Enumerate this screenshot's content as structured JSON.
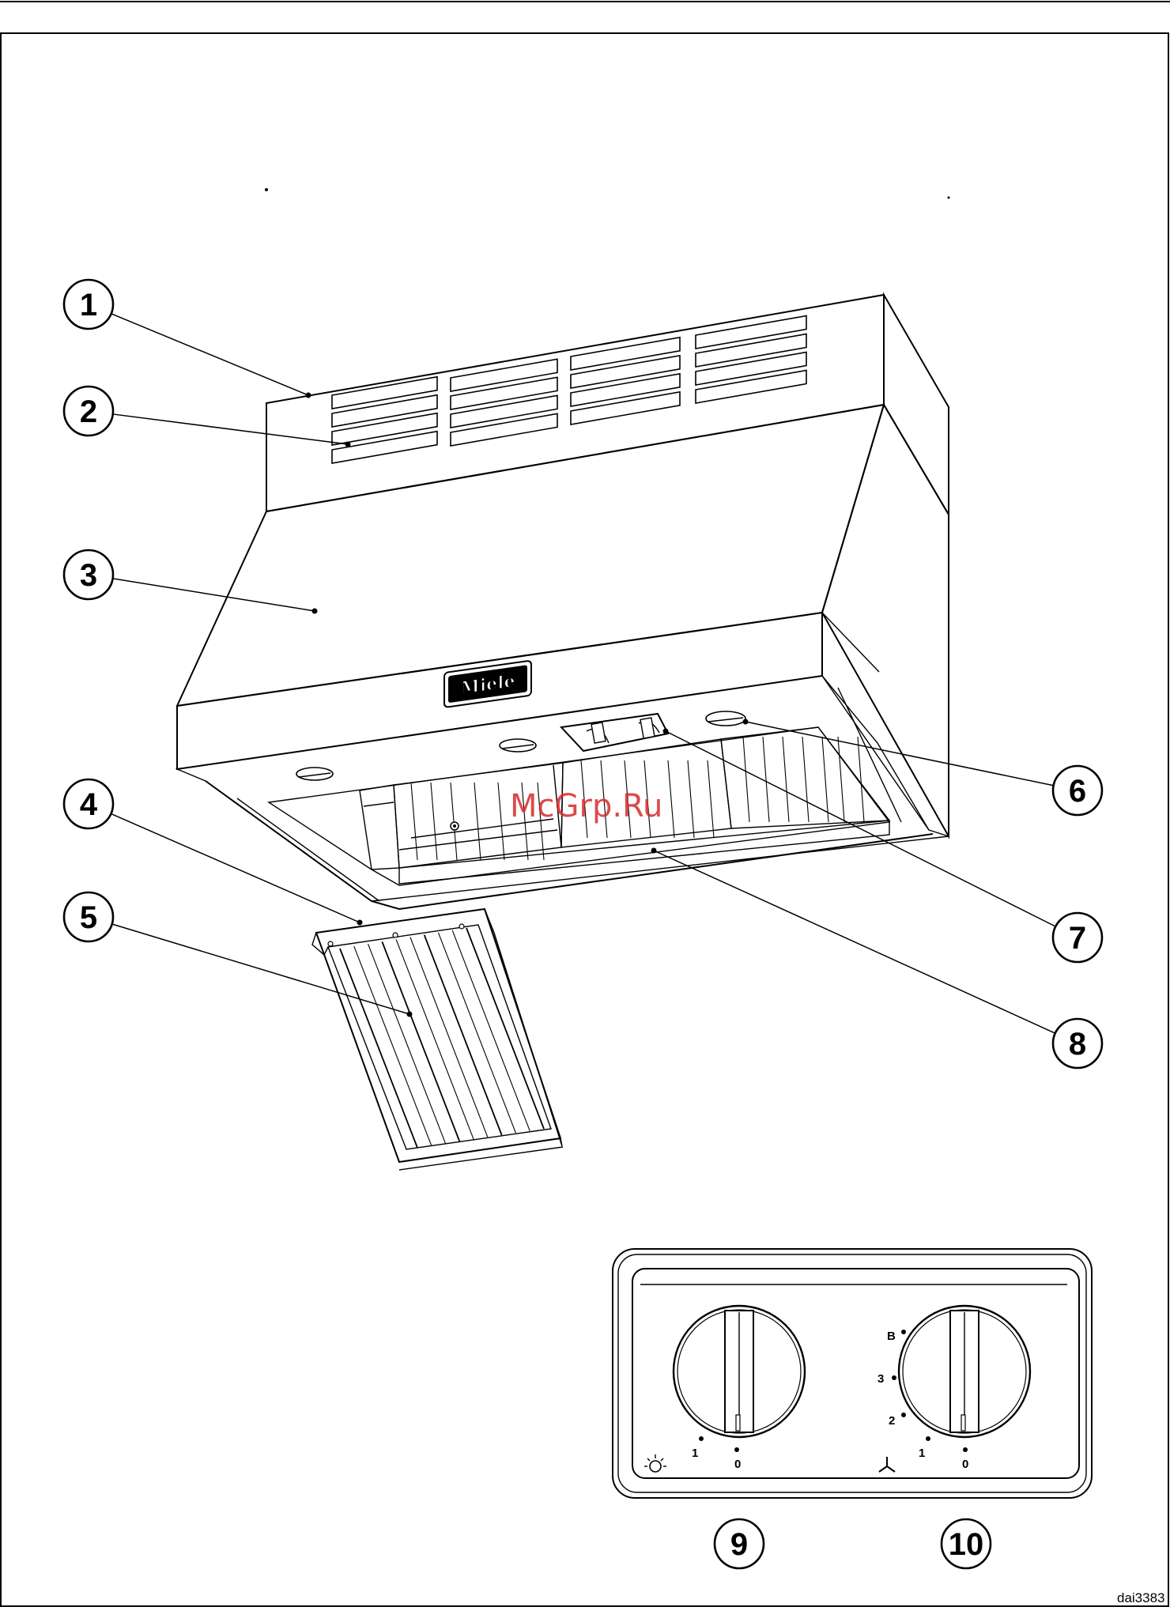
{
  "diagram": {
    "callouts": [
      "1",
      "2",
      "3",
      "4",
      "5",
      "6",
      "7",
      "8",
      "9",
      "10"
    ],
    "brand_logo": "Miele",
    "watermark": "McGrp.Ru",
    "drawing_code": "dai3383",
    "light_dial": {
      "positions": [
        "1",
        "0"
      ],
      "icon": "light-bulb-icon"
    },
    "fan_dial": {
      "positions": [
        "B",
        "3",
        "2",
        "1",
        "0"
      ],
      "icon": "fan-icon"
    }
  }
}
